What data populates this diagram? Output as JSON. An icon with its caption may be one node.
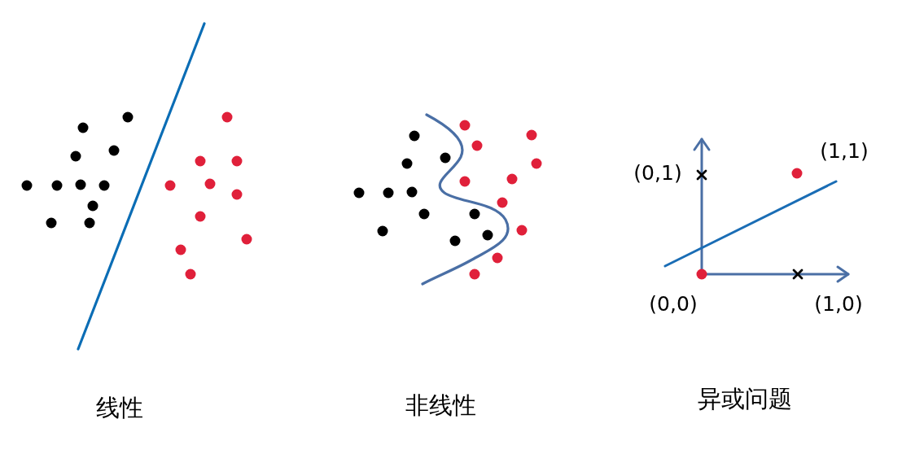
{
  "diagram": {
    "labels": [
      "(1,1)",
      "(0,1)",
      "(0,0)",
      "(1,0)",
      "线性",
      "非线性",
      "异或问题"
    ]
  }
}
